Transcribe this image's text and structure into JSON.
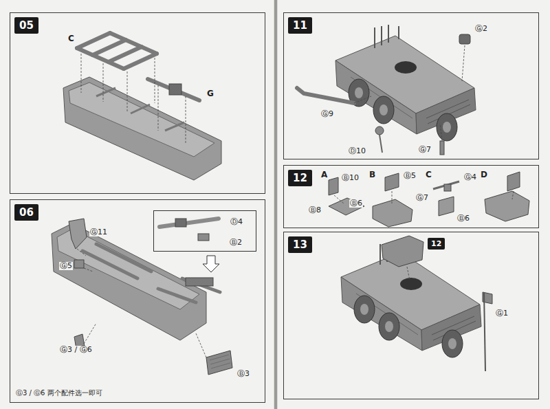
{
  "diagram": {
    "nodes": [
      {
        "text": [
          "05"
        ]
      },
      {
        "text": [
          "06"
        ]
      },
      {
        "text": [
          "Ⓓ4",
          "Ⓑ2"
        ],
        "in": 1
      },
      {
        "text": [
          "11"
        ]
      },
      {
        "text": [
          "12"
        ]
      },
      {
        "text": [
          "13"
        ]
      }
    ],
    "labels": [
      "C",
      "G",
      "Ⓖ11",
      "Ⓖ5",
      "Ⓖ3 / Ⓖ6",
      "Ⓑ3",
      "Ⓖ3 / Ⓖ6 两个配件选一即可",
      "Ⓖ2",
      "Ⓖ9",
      "Ⓓ10",
      "Ⓖ7",
      "A",
      "Ⓑ10",
      "Ⓑ8",
      "B",
      "Ⓑ5",
      "Ⓑ6",
      "C",
      "Ⓖ7",
      "Ⓖ4",
      "Ⓑ6",
      "D",
      "12",
      "Ⓖ1"
    ]
  }
}
